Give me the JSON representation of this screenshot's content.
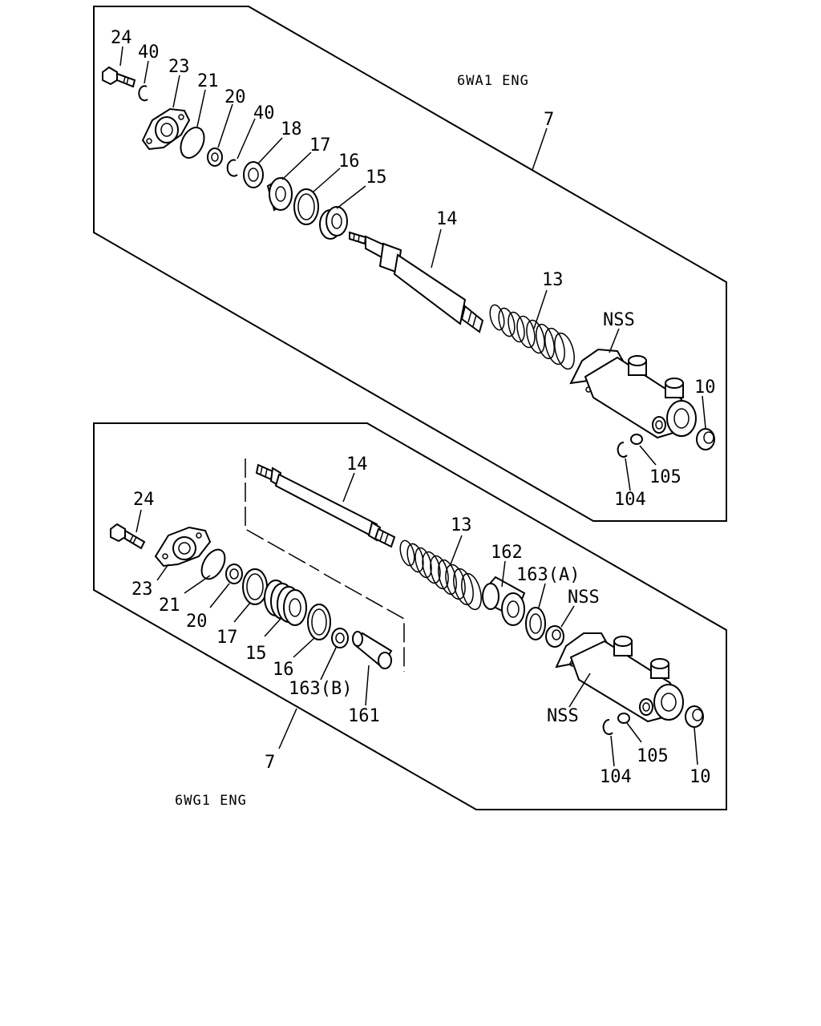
{
  "upper": {
    "engine": "6WA1 ENG",
    "labels": {
      "p24": "24",
      "p40a": "40",
      "p23": "23",
      "p21": "21",
      "p20": "20",
      "p40b": "40",
      "p18": "18",
      "p17": "17",
      "p16": "16",
      "p15": "15",
      "p14": "14",
      "p13": "13",
      "p7": "7",
      "nss": "NSS",
      "p10": "10",
      "p105": "105",
      "p104": "104"
    }
  },
  "lower": {
    "engine": "6WG1 ENG",
    "labels": {
      "p14": "14",
      "p24": "24",
      "p13": "13",
      "p162": "162",
      "p163a": "163(A)",
      "nss1": "NSS",
      "p23": "23",
      "p21": "21",
      "p20": "20",
      "p17": "17",
      "p15": "15",
      "p16": "16",
      "p163b": "163(B)",
      "p161": "161",
      "nss2": "NSS",
      "p105": "105",
      "p104": "104",
      "p10": "10",
      "p7": "7"
    }
  }
}
